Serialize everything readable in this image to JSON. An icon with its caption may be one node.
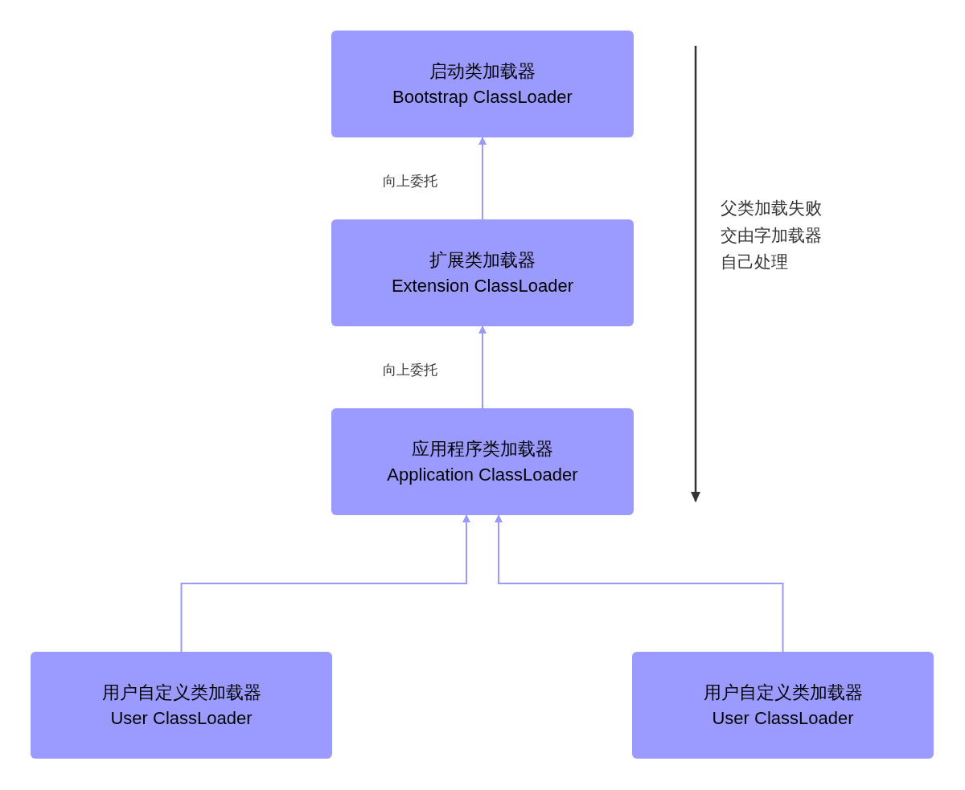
{
  "diagram": {
    "nodes": [
      {
        "text": [
          "启动类加载器",
          "Bootstrap ClassLoader"
        ]
      },
      {
        "text": [
          "扩展类加载器",
          "Extension ClassLoader"
        ]
      },
      {
        "text": [
          "应用程序类加载器",
          "Application ClassLoader"
        ]
      },
      {
        "text": [
          "用户自定义类加载器",
          "User ClassLoader"
        ]
      },
      {
        "text": [
          "用户自定义类加载器",
          "User ClassLoader"
        ]
      }
    ],
    "edges": [
      {
        "from": 1,
        "to": 0,
        "arrow": "to",
        "label": "向上委托"
      },
      {
        "from": 2,
        "to": 1,
        "arrow": "to",
        "label": "向上委托"
      },
      {
        "from": 3,
        "to": 2,
        "arrow": "to"
      },
      {
        "from": 4,
        "to": 2,
        "arrow": "to"
      }
    ],
    "labels": [
      "父类加载失败交由字加载器自己处理"
    ]
  }
}
